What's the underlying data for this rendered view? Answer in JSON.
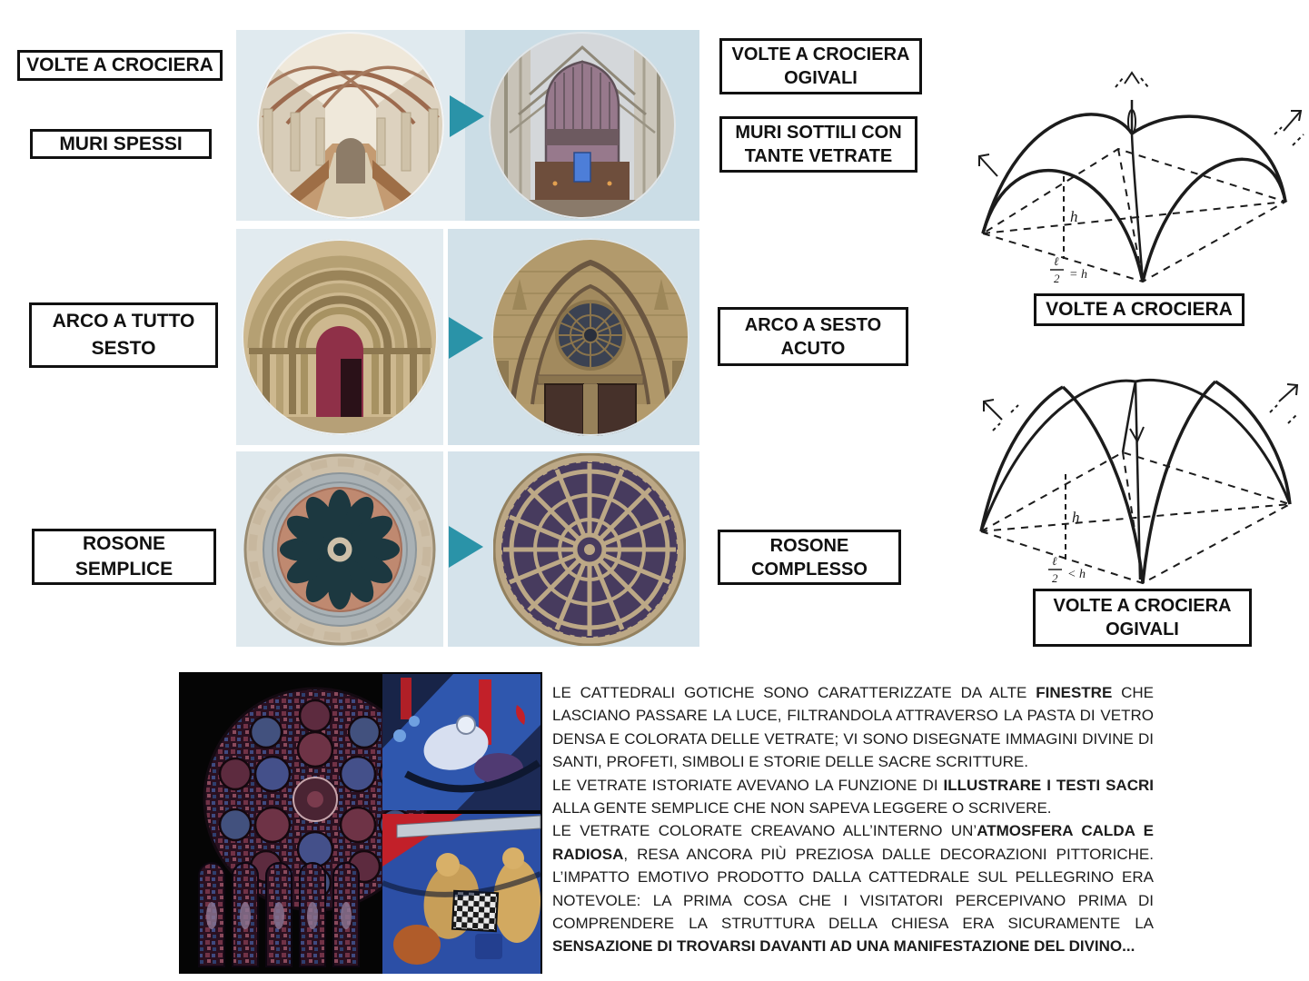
{
  "labels": {
    "left": [
      "VOLTE A CROCIERA",
      "MURI SPESSI",
      "ARCO A TUTTO\nSESTO",
      "ROSONE\nSEMPLICE"
    ],
    "right": [
      "VOLTE A CROCIERA\nOGIVALI",
      "MURI SOTTILI CON\nTANTE VETRATE",
      "ARCO A SESTO\nACUTO",
      "ROSONE\nCOMPLESSO"
    ]
  },
  "diagrams": {
    "crociera": {
      "caption": "VOLTE A CROCIERA",
      "h_label": "h",
      "ratio_num": "ℓ",
      "ratio_den": "2",
      "ratio_rel": "= h"
    },
    "ogivali": {
      "caption": "VOLTE A CROCIERA\nOGIVALI",
      "h_label": "h",
      "ratio_num": "ℓ",
      "ratio_den": "2",
      "ratio_rel": "< h"
    }
  },
  "colors": {
    "arrow_teal": "#2a93a8",
    "panel_light": "#e0eaef",
    "panel_dark": "#cfdfe8",
    "box_border": "#111111"
  },
  "article": {
    "paragraphs": [
      [
        {
          "t": "LE CATTEDRALI GOTICHE SONO CARATTERIZZATE DA ALTE ",
          "b": false
        },
        {
          "t": "FINESTRE",
          "b": true
        },
        {
          "t": " CHE LASCIANO PASSARE LA LUCE, FILTRANDOLA ATTRAVERSO LA PASTA DI VETRO DENSA E COLORATA DELLE VETRATE; VI SONO DISEGNATE IMMAGINI DIVINE DI SANTI, PROFETI, SIMBOLI E STORIE DELLE SACRE SCRITTURE.",
          "b": false
        }
      ],
      [
        {
          "t": "LE VETRATE ISTORIATE AVEVANO LA FUNZIONE DI ",
          "b": false
        },
        {
          "t": "ILLUSTRARE I TESTI SACRI",
          "b": true
        },
        {
          "t": " ALLA GENTE SEMPLICE CHE NON SAPEVA LEGGERE O SCRIVERE.",
          "b": false
        }
      ],
      [
        {
          "t": "LE VETRATE COLORATE CREAVANO ALL’INTERNO UN’",
          "b": false
        },
        {
          "t": "ATMOSFERA CALDA E RADIOSA",
          "b": true
        },
        {
          "t": ", RESA ANCORA PIÙ PREZIOSA DALLE DECORAZIONI PITTORICHE. L’IMPATTO EMOTIVO PRODOTTO DALLA CATTEDRALE SUL PELLEGRINO ERA NOTEVOLE: LA PRIMA COSA CHE I VISITATORI PERCEPIVANO PRIMA DI COMPRENDERE LA STRUTTURA DELLA CHIESA ERA SICURAMENTE LA ",
          "b": false
        },
        {
          "t": "SENSAZIONE DI TROVARSI DAVANTI AD UNA MANIFESTAZIONE DEL DIVINO...",
          "b": true
        }
      ]
    ]
  }
}
